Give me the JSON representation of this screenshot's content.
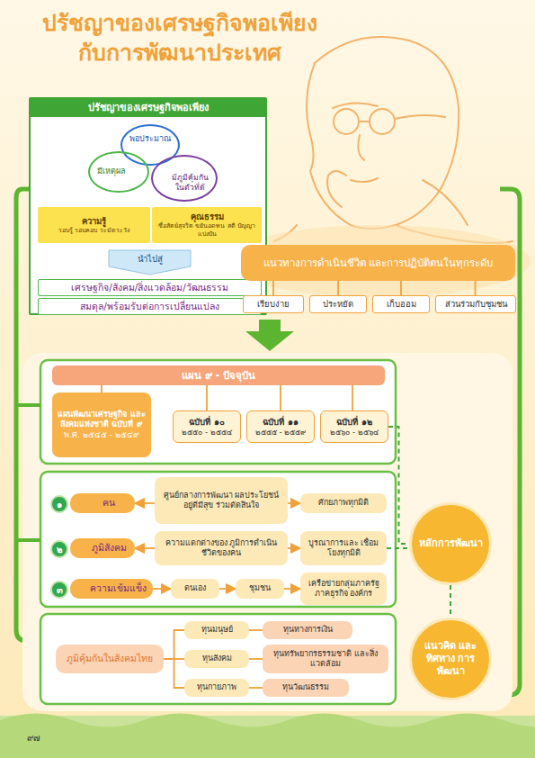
{
  "diagram": {
    "title": "ปรัชญาของเศรษฐกิจพอเพียง กับการพัฒนาประเทศ",
    "nodes": [
      {
        "text": [
          "ปรัชญาของเศรษฐกิจพอเพียง"
        ]
      },
      {
        "text": [
          "พอประมาณ"
        ],
        "in": 0
      },
      {
        "text": [
          "มีเหตุผล"
        ],
        "in": 0
      },
      {
        "text": [
          "มีภูมิคุ้มกันในตัวที่ดี"
        ],
        "in": 0
      },
      {
        "text": [
          "ความรู้",
          "รอบรู้ รอบคอบ ระมัดระวัง"
        ],
        "in": 0
      },
      {
        "text": [
          "คุณธรรม",
          "ซื่อสัตย์สุจริต ขยันอดทน สติ ปัญญา แบ่งปัน"
        ],
        "in": 0
      },
      {
        "text": [
          "นำไปสู่"
        ],
        "in": 0
      },
      {
        "text": [
          "เศรษฐกิจ/สังคม/สิ่งแวดล้อม/วัฒนธรรม"
        ],
        "in": 0
      },
      {
        "text": [
          "สมดุล/พร้อมรับต่อการเปลี่ยนแปลง"
        ],
        "in": 0
      },
      {
        "text": [
          "แนวทางการดำเนินชีวิต และการปฏิบัติตนในทุกระดับ"
        ]
      },
      {
        "text": [
          "เรียบง่าย"
        ]
      },
      {
        "text": [
          "ประหยัด"
        ]
      },
      {
        "text": [
          "เก็บออม"
        ]
      },
      {
        "text": [
          "ส่วนร่วมกับชุมชน"
        ]
      },
      {
        "text": [
          "แผน ๙ - ปัจจุบัน"
        ]
      },
      {
        "text": [
          "แผนพัฒนาเศรษฐกิจ และสังคมแห่งชาติ ฉบับที่ ๙",
          "พ.ศ. ๒๕๔๕ - ๒๕๔๙"
        ]
      },
      {
        "text": [
          "ฉบับที่ ๑๐",
          "๒๕๕๐ - ๒๕๕๔"
        ]
      },
      {
        "text": [
          "ฉบับที่ ๑๑",
          "๒๕๕๕ - ๒๕๕๙"
        ]
      },
      {
        "text": [
          "ฉบับที่ ๑๒",
          "๒๕๖๐ - ๒๕๖๔"
        ]
      },
      {
        "text": [
          "คน"
        ]
      },
      {
        "text": [
          "ศูนย์กลางการพัฒนา ผลประโยชน์ อยู่ดีมีสุข ร่วมตัดสินใจ"
        ]
      },
      {
        "text": [
          "ศักยภาพทุกมิติ"
        ]
      },
      {
        "text": [
          "ภูมิสังคม"
        ]
      },
      {
        "text": [
          "ความแตกต่างของ ภูมิการดำเนินชีวิตของคน"
        ]
      },
      {
        "text": [
          "บูรณาการและ เชื่อมโยงทุกมิติ"
        ]
      },
      {
        "text": [
          "ความเข้มแข็ง"
        ]
      },
      {
        "text": [
          "ตนเอง"
        ]
      },
      {
        "text": [
          "ชุมชน"
        ]
      },
      {
        "text": [
          "เครือข่ายกลุ่มภาครัฐ ภาคธุรกิจ องค์กร"
        ]
      },
      {
        "text": [
          "หลักการพัฒนา"
        ]
      },
      {
        "text": [
          "ภูมิคุ้มกันในสังคมไทย"
        ]
      },
      {
        "text": [
          "ทุนมนุษย์"
        ]
      },
      {
        "text": [
          "ทุนสังคม"
        ]
      },
      {
        "text": [
          "ทุนกายภาพ"
        ]
      },
      {
        "text": [
          "ทุนทางการเงิน"
        ]
      },
      {
        "text": [
          "ทุนทรัพยากรธรรมชาติ และสิ่งแวดล้อม"
        ]
      },
      {
        "text": [
          "ทุนวัฒนธรรม"
        ]
      },
      {
        "text": [
          "แนวคิด และทิศทาง การพัฒนา"
        ]
      }
    ],
    "edges": [
      {
        "from": 9,
        "to": 10,
        "arrow": "none"
      },
      {
        "from": 9,
        "to": 11,
        "arrow": "none"
      },
      {
        "from": 9,
        "to": 12,
        "arrow": "none"
      },
      {
        "from": 9,
        "to": 13,
        "arrow": "none"
      },
      {
        "from": 14,
        "to": 15,
        "arrow": "none"
      },
      {
        "from": 14,
        "to": 16,
        "arrow": "none"
      },
      {
        "from": 14,
        "to": 17,
        "arrow": "none"
      },
      {
        "from": 14,
        "to": 18,
        "arrow": "none"
      },
      {
        "from": 20,
        "to": 19,
        "arrow": "to"
      },
      {
        "from": 20,
        "to": 21,
        "arrow": "to"
      },
      {
        "from": 23,
        "to": 22,
        "arrow": "to"
      },
      {
        "from": 23,
        "to": 24,
        "arrow": "to"
      },
      {
        "from": 25,
        "to": 26,
        "arrow": "to"
      },
      {
        "from": 26,
        "to": 27,
        "arrow": "to"
      },
      {
        "from": 27,
        "to": 28,
        "arrow": "to"
      },
      {
        "from": 18,
        "to": 29,
        "arrow": "none"
      },
      {
        "from": 24,
        "to": 29,
        "arrow": "none"
      },
      {
        "from": 29,
        "to": 37,
        "arrow": "none"
      },
      {
        "from": 30,
        "to": 31,
        "arrow": "none"
      },
      {
        "from": 30,
        "to": 32,
        "arrow": "none"
      },
      {
        "from": 30,
        "to": 33,
        "arrow": "none"
      },
      {
        "from": 31,
        "to": 34,
        "arrow": "none"
      },
      {
        "from": 32,
        "to": 35,
        "arrow": "none"
      },
      {
        "from": 33,
        "to": 36,
        "arrow": "none"
      }
    ],
    "labels": [
      "๑",
      "๒",
      "๓",
      "๙๗"
    ]
  }
}
